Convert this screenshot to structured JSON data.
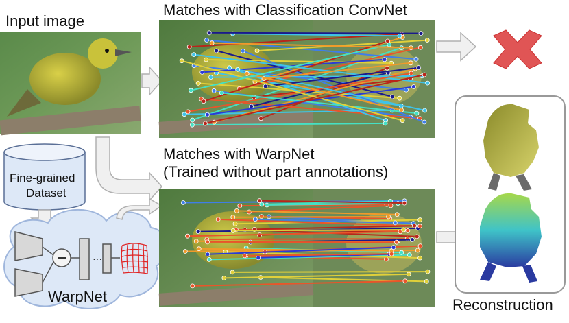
{
  "labels": {
    "input_image": "Input image",
    "conv_title": "Matches with Classification ConvNet",
    "warp_title_line1": "Matches with WarpNet",
    "warp_title_line2": "(Trained without part annotations)",
    "dataset_line1": "Fine-grained",
    "dataset_line2": "Dataset",
    "warpnet": "WarpNet",
    "reconstruction": "Reconstruction"
  },
  "icons": [
    "cross-icon",
    "dataset-cylinder-icon",
    "cloud-icon",
    "grid-warp-icon"
  ],
  "colors": {
    "cross": "#e05555",
    "arrow_fill": "#f0f0f0",
    "arrow_stroke": "#b0b0b0",
    "cloud_fill": "#dde8f7",
    "cloud_stroke": "#9fb6dc",
    "dataset_fill": "#dde8f7",
    "grid_red": "#e02222",
    "reconstruction_frame": "#999999"
  },
  "match_colors": [
    "#1a1a8c",
    "#2b3bd6",
    "#3f7ee8",
    "#3fc3e8",
    "#45e0c4",
    "#e0d03a",
    "#f09a2a",
    "#e8552a",
    "#b8261a"
  ]
}
